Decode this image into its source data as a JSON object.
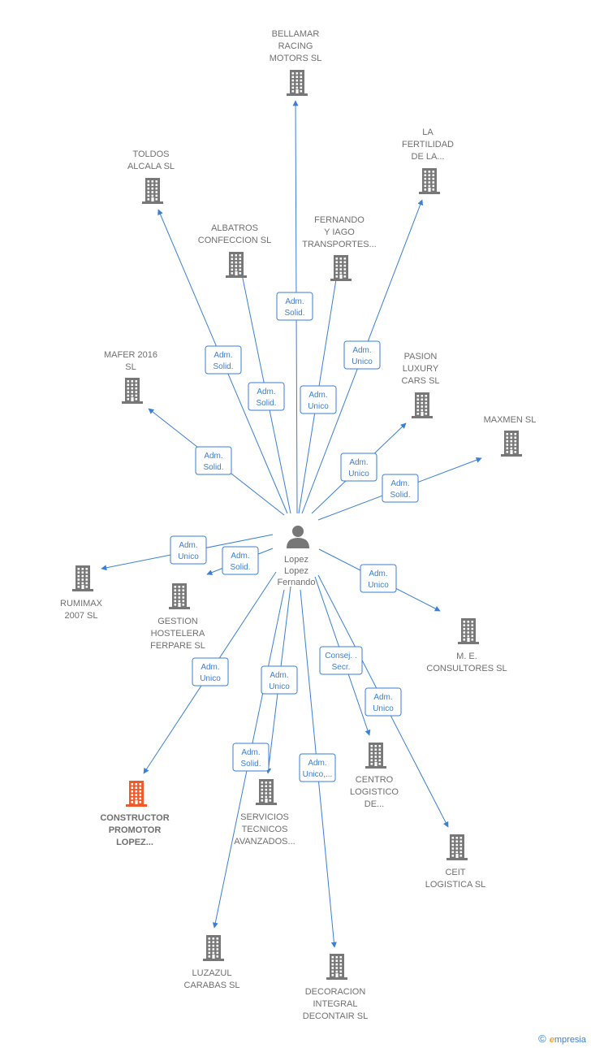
{
  "colors": {
    "edge": "#3a7fd5",
    "node": "#777777",
    "focus_node": "#f05a28",
    "text": "#6f6f6f"
  },
  "center": {
    "id": "person",
    "icon": "person-icon",
    "label_lines": [
      "Lopez",
      "Lopez",
      "Fernando"
    ]
  },
  "companies": [
    {
      "id": "bellamar",
      "lines": [
        "BELLAMAR",
        "RACING",
        "MOTORS  SL"
      ],
      "icon": "building-icon"
    },
    {
      "id": "lafertilidad",
      "lines": [
        "LA",
        "FERTILIDAD",
        "DE LA..."
      ],
      "icon": "building-icon"
    },
    {
      "id": "toldos",
      "lines": [
        "TOLDOS",
        "ALCALA SL"
      ],
      "icon": "building-icon"
    },
    {
      "id": "albatros",
      "lines": [
        "ALBATROS",
        "CONFECCION SL"
      ],
      "icon": "building-icon"
    },
    {
      "id": "fernando",
      "lines": [
        "FERNANDO",
        "Y IAGO",
        "TRANSPORTES..."
      ],
      "icon": "building-icon"
    },
    {
      "id": "mafer",
      "lines": [
        "MAFER 2016",
        "SL"
      ],
      "icon": "building-icon"
    },
    {
      "id": "pasion",
      "lines": [
        "PASION",
        "LUXURY",
        "CARS  SL"
      ],
      "icon": "building-icon"
    },
    {
      "id": "maxmen",
      "lines": [
        "MAXMEN  SL"
      ],
      "icon": "building-icon"
    },
    {
      "id": "rumimax",
      "lines": [
        "RUMIMAX",
        "2007 SL"
      ],
      "icon": "building-icon"
    },
    {
      "id": "gestion",
      "lines": [
        "GESTION",
        "HOSTELERA",
        "FERPARE  SL"
      ],
      "icon": "building-icon"
    },
    {
      "id": "me",
      "lines": [
        "M. E.",
        "CONSULTORES SL"
      ],
      "icon": "building-icon"
    },
    {
      "id": "centro",
      "lines": [
        "CENTRO",
        "LOGISTICO",
        "DE..."
      ],
      "icon": "building-icon"
    },
    {
      "id": "constructor",
      "lines": [
        "CONSTRUCTOR",
        "PROMOTOR",
        "LOPEZ..."
      ],
      "icon": "building-icon",
      "focus": true
    },
    {
      "id": "servicios",
      "lines": [
        "SERVICIOS",
        "TECNICOS",
        "AVANZADOS..."
      ],
      "icon": "building-icon"
    },
    {
      "id": "ceit",
      "lines": [
        "CEIT",
        "LOGISTICA  SL"
      ],
      "icon": "building-icon"
    },
    {
      "id": "luzazul",
      "lines": [
        "LUZAZUL",
        "CARABAS  SL"
      ],
      "icon": "building-icon"
    },
    {
      "id": "decoracion",
      "lines": [
        "DECORACION",
        "INTEGRAL",
        "DECONTAIR SL"
      ],
      "icon": "building-icon"
    }
  ],
  "relations": [
    {
      "to": "bellamar",
      "lines": [
        "Adm.",
        "Solid."
      ]
    },
    {
      "to": "lafertilidad",
      "lines": [
        "Adm.",
        "Unico"
      ]
    },
    {
      "to": "toldos",
      "lines": [
        "Adm.",
        "Solid."
      ]
    },
    {
      "to": "albatros",
      "lines": [
        "Adm.",
        "Solid."
      ]
    },
    {
      "to": "fernando",
      "lines": [
        "Adm.",
        "Unico"
      ]
    },
    {
      "to": "mafer",
      "lines": [
        "Adm.",
        "Solid."
      ]
    },
    {
      "to": "pasion",
      "lines": [
        "Adm.",
        "Unico"
      ]
    },
    {
      "to": "maxmen",
      "lines": [
        "Adm.",
        "Solid."
      ]
    },
    {
      "to": "rumimax",
      "lines": [
        "Adm.",
        "Unico"
      ]
    },
    {
      "to": "gestion",
      "lines": [
        "Adm.",
        "Solid."
      ]
    },
    {
      "to": "me",
      "lines": [
        "Adm.",
        "Unico"
      ]
    },
    {
      "to": "centro",
      "lines": [
        "Consej. .",
        "Secr."
      ]
    },
    {
      "to": "constructor",
      "lines": [
        "Adm.",
        "Unico"
      ]
    },
    {
      "to": "servicios",
      "lines": [
        "Adm.",
        "Unico"
      ]
    },
    {
      "to": "ceit",
      "lines": [
        "Adm.",
        "Unico"
      ]
    },
    {
      "to": "luzazul",
      "lines": [
        "Adm.",
        "Solid."
      ]
    },
    {
      "to": "decoracion",
      "lines": [
        "Adm.",
        "Unico,..."
      ]
    }
  ],
  "footer": {
    "copyright": "©",
    "brand_e": "e",
    "brand_rest": "mpresia"
  }
}
